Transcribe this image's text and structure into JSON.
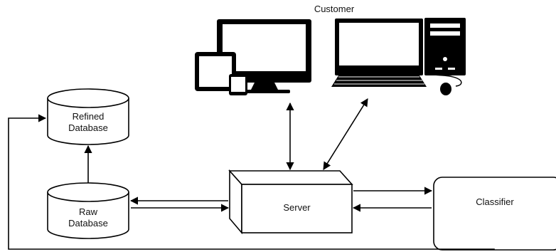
{
  "customer_label": "Customer",
  "nodes": {
    "refined_db": "Refined\nDatabase",
    "raw_db": "Raw\nDatabase",
    "server": "Server",
    "classifier": "Classifier"
  },
  "icons": [
    "monitor-icon",
    "tablet-icon",
    "smartphone-icon",
    "desktop-computer-icon",
    "keyboard-icon",
    "mouse-icon"
  ],
  "colors": {
    "stroke": "#000000",
    "fill": "#ffffff",
    "screen": "#ffffff"
  }
}
